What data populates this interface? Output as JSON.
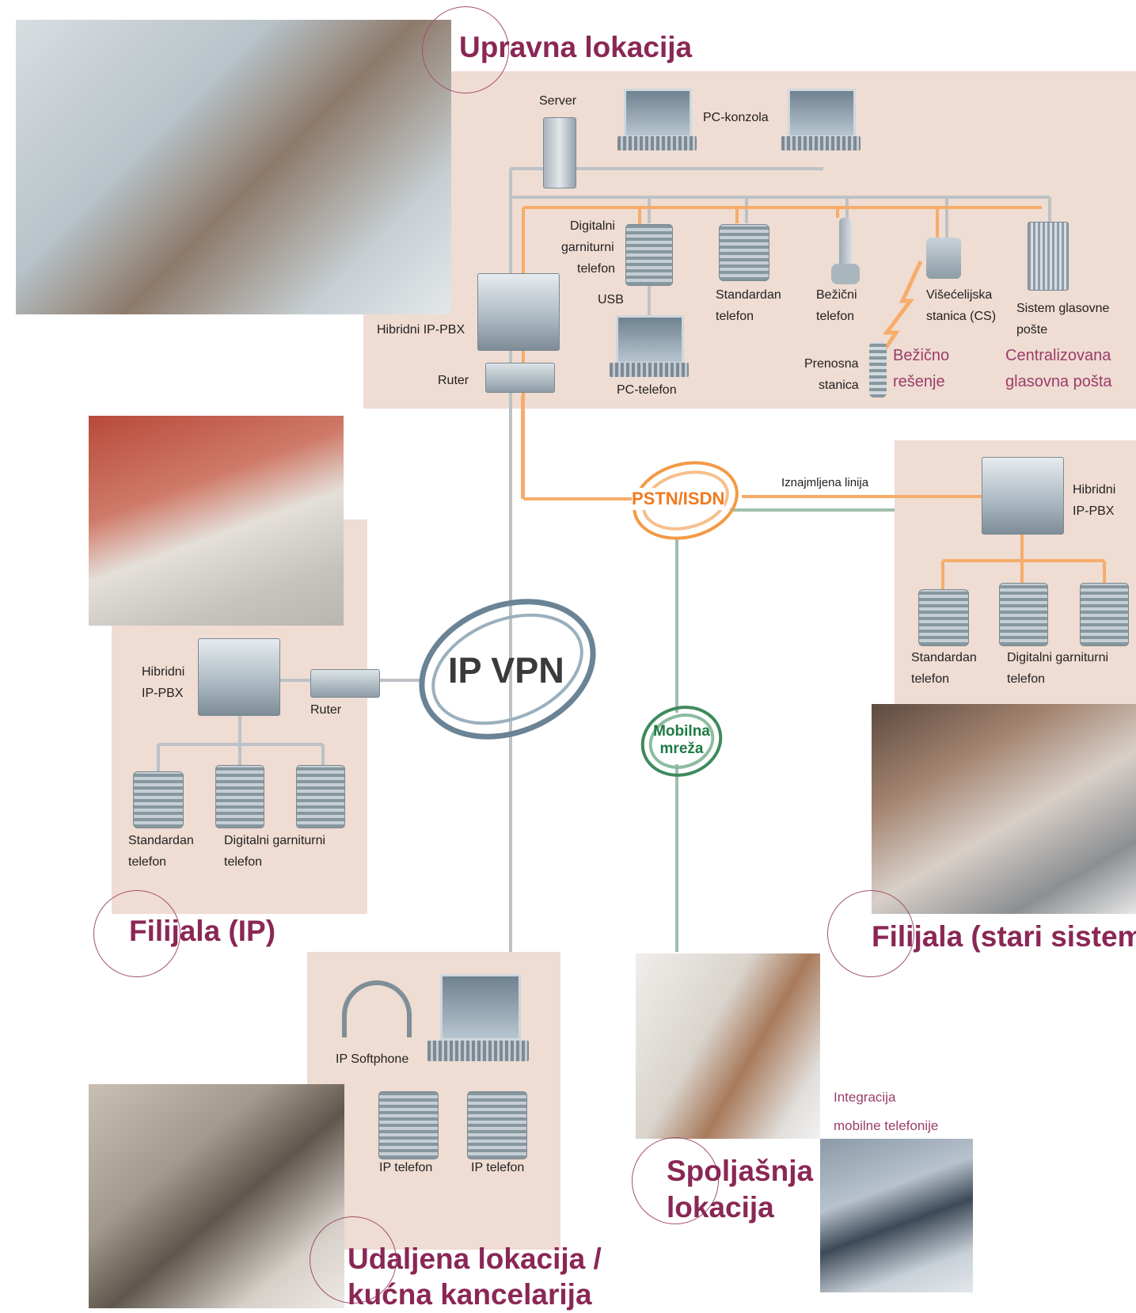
{
  "sections": {
    "head_office": "Upravna lokacija",
    "branch_ip": "Filijala (IP)",
    "branch_legacy": "Filijala (stari sistem",
    "remote": [
      "Udaljena lokacija /",
      "kućna kancelarija"
    ],
    "outside": [
      "Spoljašnja",
      "lokacija"
    ]
  },
  "head_office": {
    "server": "Server",
    "pc_console": "PC-konzola",
    "digital_phone": [
      "Digitalni",
      "garniturni",
      "telefon"
    ],
    "usb": "USB",
    "standard_phone": [
      "Standardan",
      "telefon"
    ],
    "wireless_phone": [
      "Bežični",
      "telefon"
    ],
    "cell_station": [
      "Višećelijska",
      "stanica (CS)"
    ],
    "voicemail_system": [
      "Sistem glasovne",
      "pošte"
    ],
    "hybrid_pbx": "Hibridni IP-PBX",
    "router": "Ruter",
    "pc_phone": "PC-telefon",
    "portable_station": [
      "Prenosna",
      "stanica"
    ],
    "wireless_solution": [
      "Bežično",
      "rešenje"
    ],
    "centralized_voicemail": [
      "Centralizovana",
      "glasovna pošta"
    ]
  },
  "branch_ip": {
    "hybrid_pbx": [
      "Hibridni",
      "IP-PBX"
    ],
    "router": "Ruter",
    "standard_phone": [
      "Standardan",
      "telefon"
    ],
    "digital_phone": [
      "Digitalni garniturni",
      "telefon"
    ]
  },
  "branch_legacy": {
    "hybrid_pbx": [
      "Hibridni",
      "IP-PBX"
    ],
    "standard_phone": [
      "Standardan",
      "telefon"
    ],
    "digital_phone": [
      "Digitalni garniturni",
      "telefon"
    ]
  },
  "networks": {
    "ip_vpn": "IP VPN",
    "pstn": "PSTN/ISDN",
    "leased_line": "Iznajmljena linija",
    "mobile": [
      "Mobilna",
      "mreža"
    ]
  },
  "remote": {
    "softphone": "IP Softphone",
    "ip_phone_1": "IP telefon",
    "ip_phone_2": "IP telefon"
  },
  "outside": {
    "mobile_integration": [
      "Integracija",
      "mobilne telefonije"
    ]
  },
  "colors": {
    "title": "#8a2755",
    "panel": "#efdcd2",
    "orange_line": "#f6ad6a",
    "gray_line": "#bcc2c7",
    "green_line": "#9fbfad",
    "pstn_text": "#f07a1f",
    "mobile_text": "#1e7a45"
  }
}
